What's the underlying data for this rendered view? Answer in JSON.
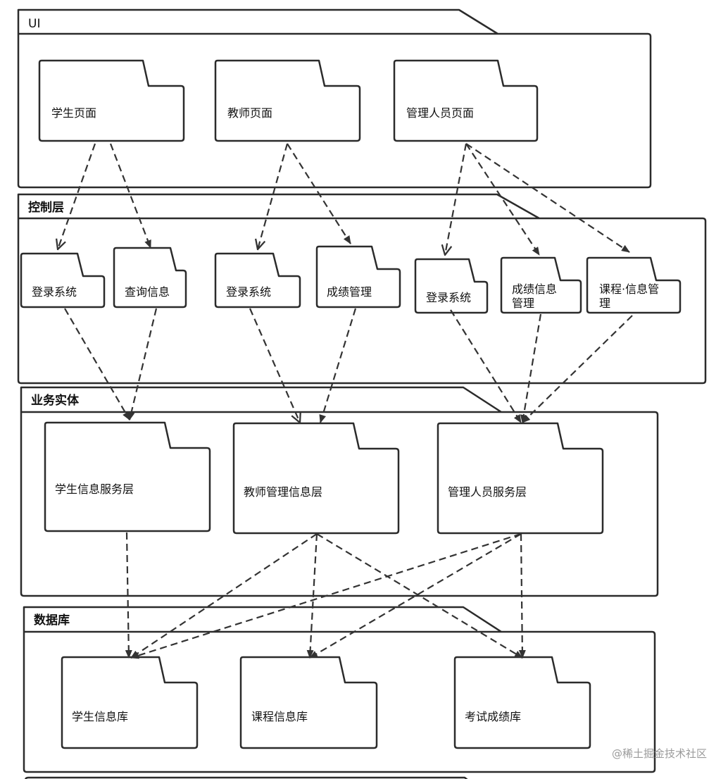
{
  "layers": {
    "ui": "UI",
    "control": "控制层",
    "business": "业务实体",
    "database": "数据库"
  },
  "ui_packages": [
    "学生页面",
    "教师页面",
    "管理人员页面"
  ],
  "control_packages": [
    [
      "登录系统"
    ],
    [
      "查询信息"
    ],
    [
      "登录系统"
    ],
    [
      "成绩管理"
    ],
    [
      "登录系统"
    ],
    [
      "成绩信息",
      "管理"
    ],
    [
      "课程·信息管",
      "理"
    ]
  ],
  "business_packages": [
    "学生信息服务层",
    "教师管理信息层",
    "管理人员服务层"
  ],
  "database_packages": [
    "学生信息库",
    "课程信息库",
    "考试成绩库"
  ],
  "watermark": "@稀土掘金技术社区",
  "colors": {
    "stroke": "#2b2b2b",
    "background": "#ffffff"
  }
}
